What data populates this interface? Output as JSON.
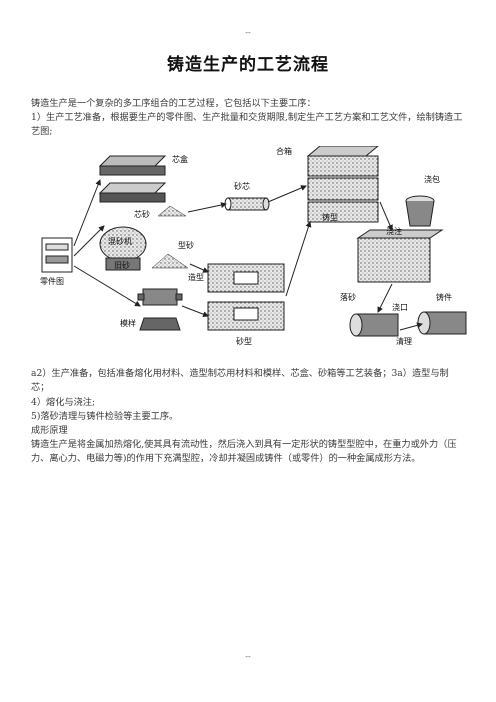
{
  "header_mark": "--",
  "footer_mark": "--",
  "title": "铸造生产的工艺流程",
  "paragraphs": {
    "intro": "铸造生产是一个复杂的多工序组合的工艺过程，它包括以下主要工序：",
    "step1": "1）生产工艺准备，根据要生产的零件图、生产批量和交货期限,制定生产工艺方案和工艺文件，绘制铸造工艺图;",
    "step2_3": "a2）生产准备，包括准备熔化用材料、造型制芯用材料和模样、芯盒、砂箱等工艺装备；3a）造型与制芯；",
    "step4": "4）熔化与浇注;",
    "step5": "5)落砂清理与铸件检验等主要工序。",
    "principle_heading": "成形原理",
    "principle": "铸造生产是将金属加热熔化,使其具有流动性，然后浇入到具有一定形状的铸型型腔中，在重力或外力（压力、离心力、电磁力等)的作用下充满型腔，冷却并凝固成铸件（或零件）的一种金属成形方法。"
  },
  "figure": {
    "labels": {
      "core_box": "芯盒",
      "core_sand": "芯砂",
      "sand_core": "砂芯",
      "mixer": "混砂机",
      "old_sand": "旧砂",
      "molding_sand": "型砂",
      "part_drawing": "零件图",
      "closing": "合箱",
      "mold": "铸型",
      "ladle": "浇包",
      "pouring": "浇注",
      "molding": "造型",
      "sand_mold": "砂型",
      "pattern": "模样",
      "shakeout": "落砂",
      "gate": "浇口",
      "casting": "铸件",
      "cleaning": "清理"
    }
  }
}
